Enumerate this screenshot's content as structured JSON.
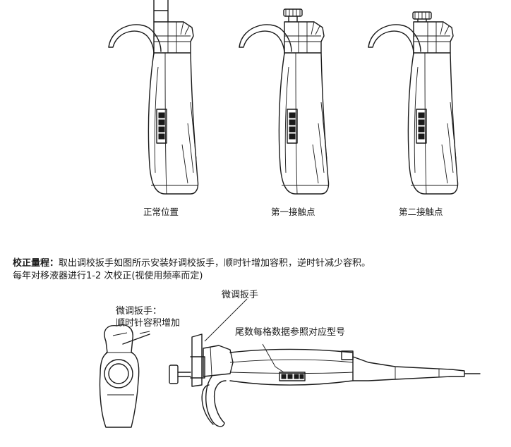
{
  "positions": {
    "normal": "正常位置",
    "first_contact": "第一接触点",
    "second_contact": "第二接触点"
  },
  "calibration": {
    "title": "校正量程：",
    "body": "取出调校扳手如图所示安装好调校扳手，顺时针增加容积，逆时针减少容积。",
    "note": "每年对移液器进行1-2 次校正(视使用频率而定)"
  },
  "callouts": {
    "wrench_line1": "微调扳手：",
    "wrench_line2": "顺时针容积增加",
    "wrench_top": "微调扳手",
    "tail_digits": "尾数每格数据参照对应型号"
  }
}
